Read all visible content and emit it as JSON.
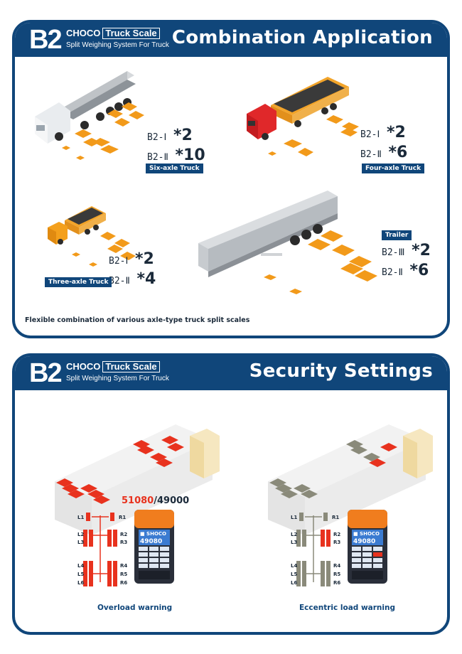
{
  "brand": {
    "code": "B2",
    "name_a": "CHOCO",
    "name_b": "Truck Scale",
    "subtitle": "Split Weighing System For Truck"
  },
  "combination": {
    "title": "Combination Application",
    "trucks": [
      {
        "tag": "Six-axle Truck",
        "lines": [
          {
            "label": "B2-Ⅰ",
            "count": "*2"
          },
          {
            "label": "B2-Ⅱ",
            "count": "*10"
          }
        ]
      },
      {
        "tag": "Four-axle Truck",
        "lines": [
          {
            "label": "B2-Ⅰ",
            "count": "*2"
          },
          {
            "label": "B2-Ⅱ",
            "count": "*6"
          }
        ]
      },
      {
        "tag": "Three-axle Truck",
        "lines": [
          {
            "label": "B2-Ⅰ",
            "count": "*2"
          },
          {
            "label": "B2-Ⅱ",
            "count": "*4"
          }
        ]
      },
      {
        "tag": "Trailer",
        "lines": [
          {
            "label": "B2-Ⅲ",
            "count": "*2"
          },
          {
            "label": "B2-Ⅱ",
            "count": "*6"
          }
        ]
      }
    ],
    "footnote": "Flexible combination of various axle-type truck split scales"
  },
  "security": {
    "title": "Security Settings",
    "overload": {
      "current": "51080",
      "separator": "/",
      "limit": "49000",
      "caption": "Overload warning"
    },
    "eccentric": {
      "caption": "Eccentric load warning"
    },
    "pad_labels": {
      "left": [
        "L1",
        "L2",
        "L3",
        "L4",
        "L5",
        "L6"
      ],
      "right": [
        "R1",
        "R2",
        "R3",
        "R4",
        "R5",
        "R6"
      ]
    },
    "device": {
      "brand": "■ SHOCO",
      "reading": "49080"
    }
  },
  "colors": {
    "primary": "#10467a",
    "pad_orange": "#f29a1a",
    "alert_red": "#e8321e",
    "normal_gray": "#8a8a7a"
  }
}
